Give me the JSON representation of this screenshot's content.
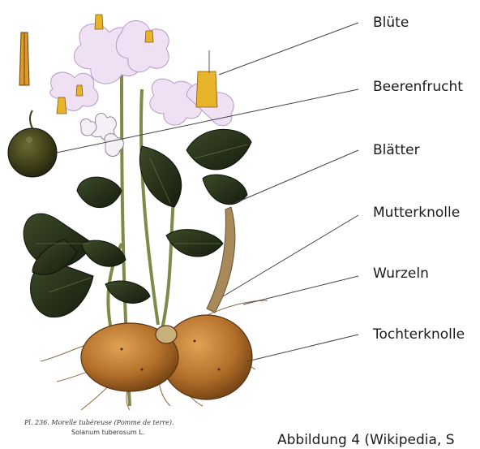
{
  "labels": {
    "bluete": "Blüte",
    "beerenfrucht": "Beerenfrucht",
    "blaetter": "Blätter",
    "mutterknolle": "Mutterknolle",
    "wurzeln": "Wurzeln",
    "tochterknolle": "Tochterknolle"
  },
  "plate_caption": {
    "line1": "Pl. 236. Morelle tubéreuse (Pomme de terre).",
    "line2": "Solanum tuberosum L."
  },
  "source_note": "Abbildung 4 (Wikipedia, S"
}
